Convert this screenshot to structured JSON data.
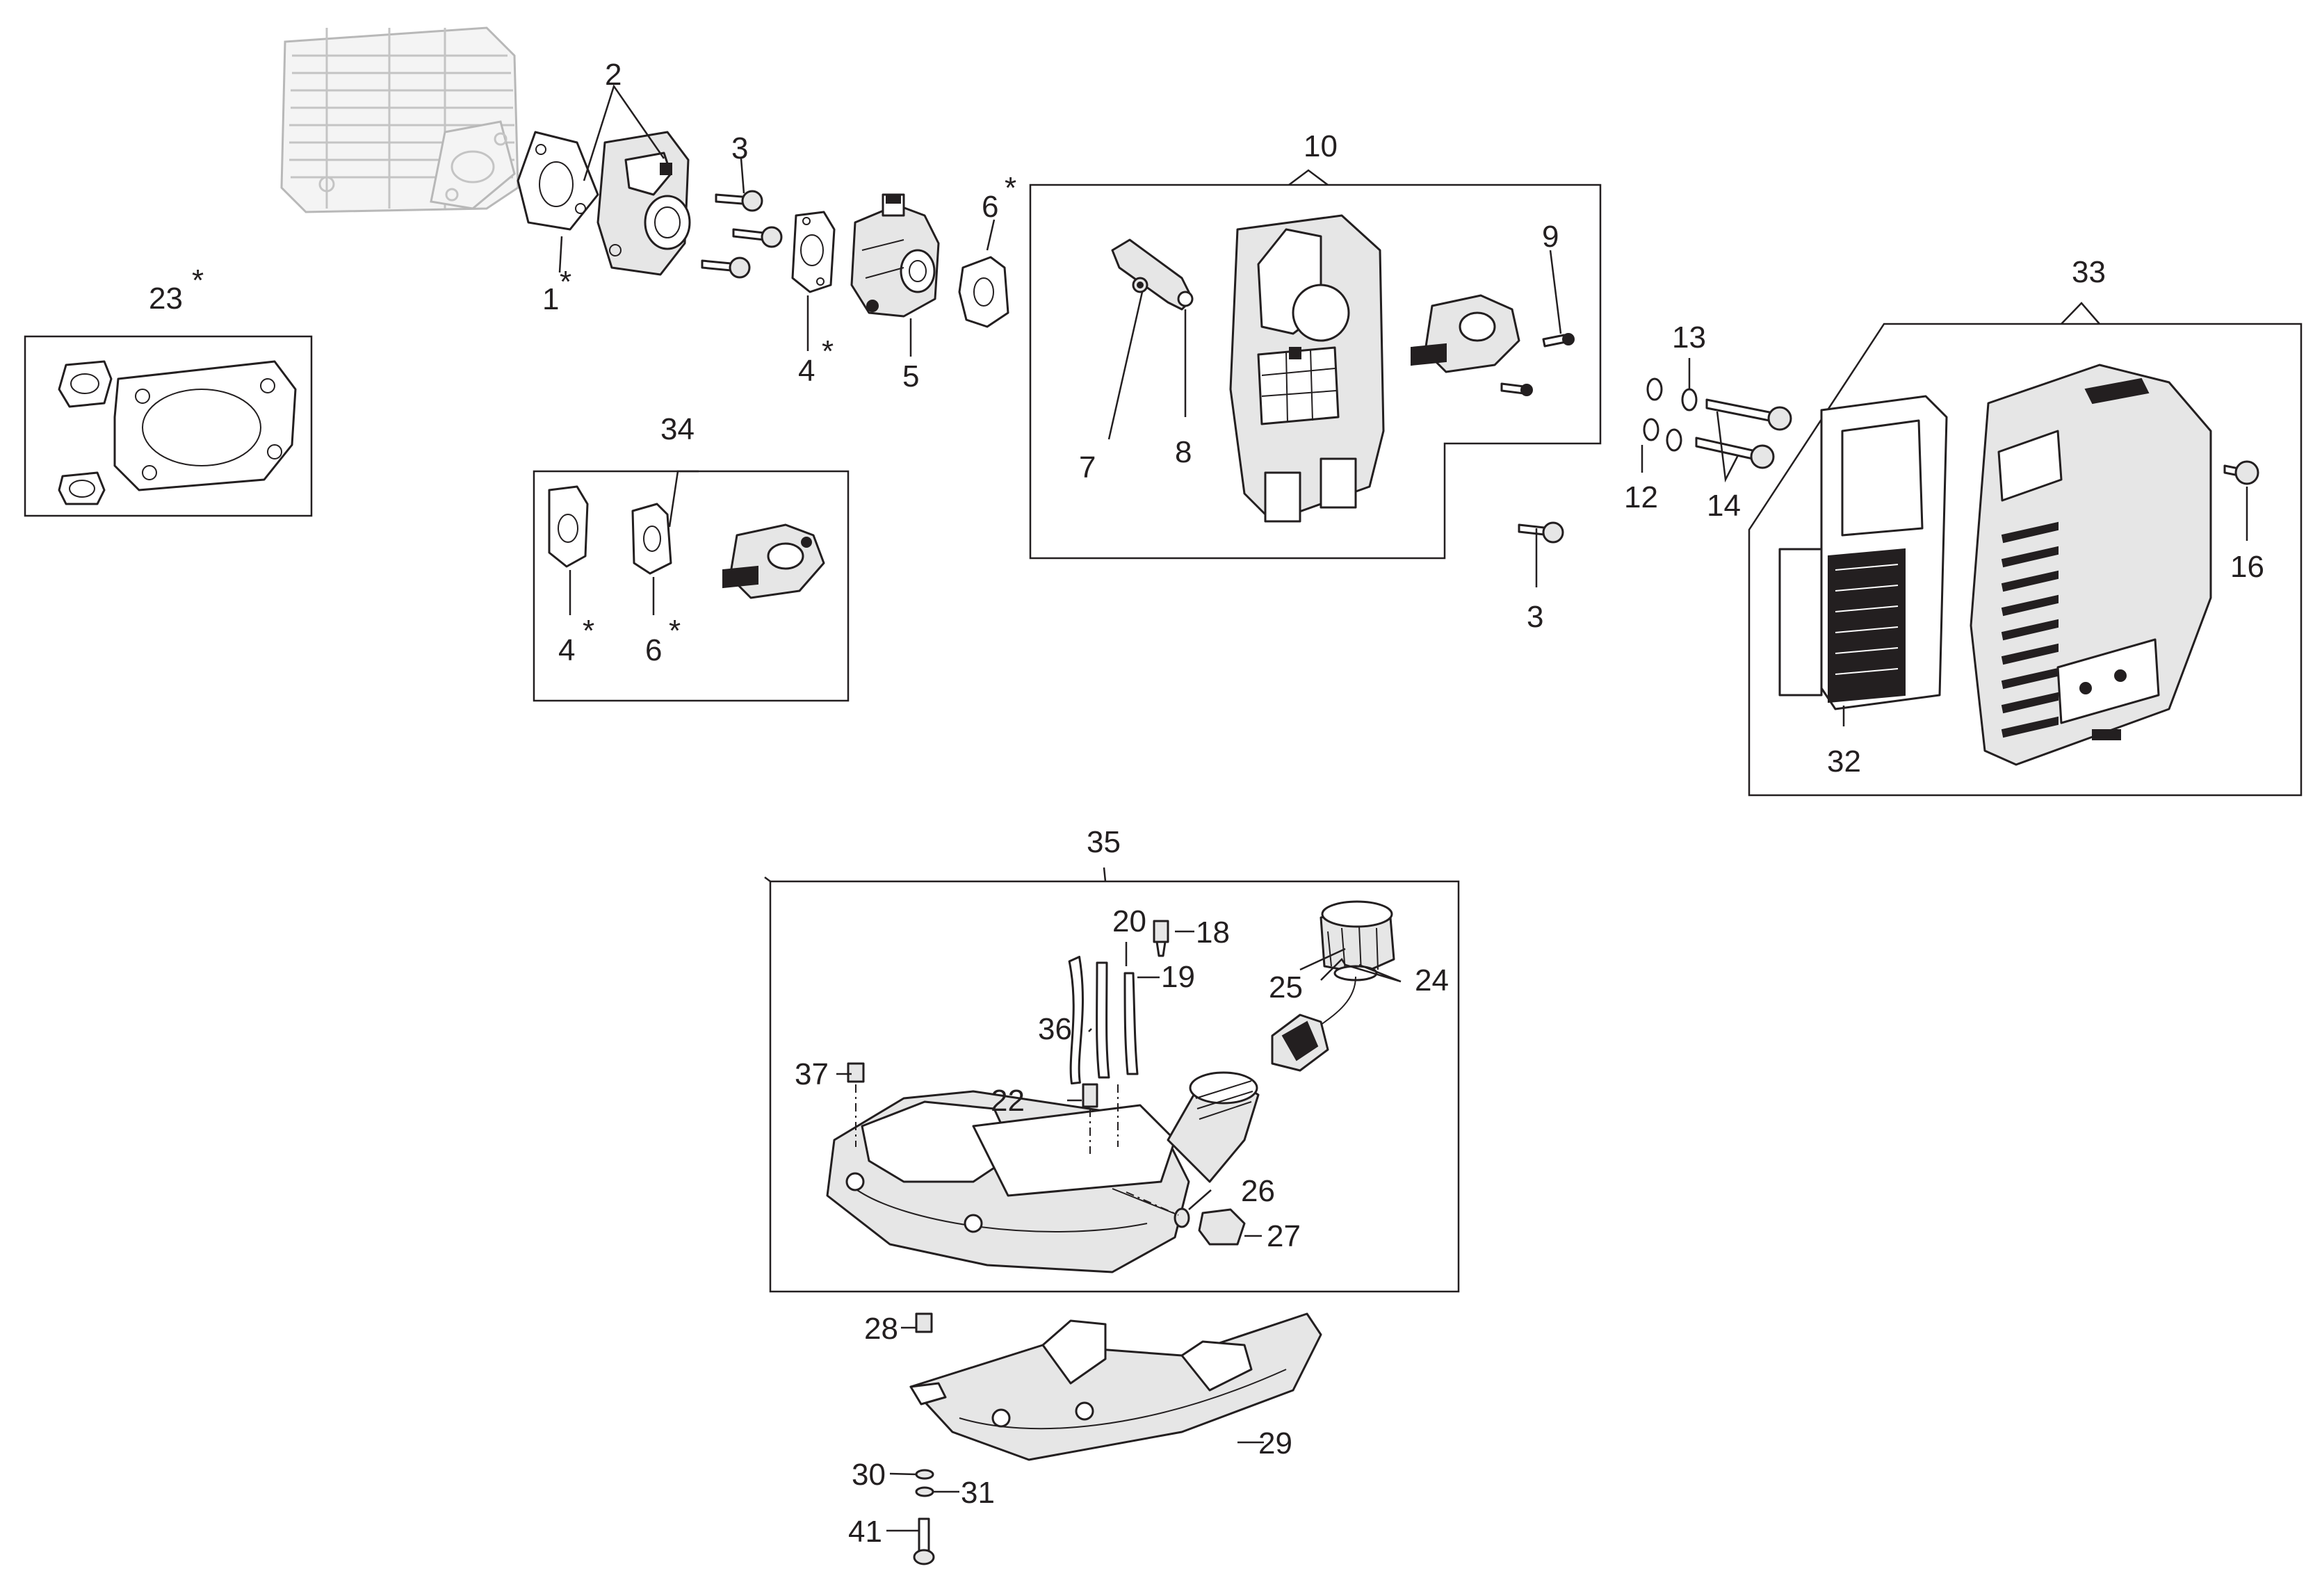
{
  "labels": {
    "p1": "1",
    "p2": "2",
    "p3a": "3",
    "p3b": "3",
    "p4a": "4",
    "p4b": "4",
    "p5": "5",
    "p6a": "6",
    "p6b": "6",
    "p7": "7",
    "p8": "8",
    "p9": "9",
    "p10": "10",
    "p12": "12",
    "p13": "13",
    "p14": "14",
    "p16": "16",
    "p18": "18",
    "p19": "19",
    "p20": "20",
    "p22": "22",
    "p23": "23",
    "p24": "24",
    "p25": "25",
    "p26": "26",
    "p27": "27",
    "p28": "28",
    "p29": "29",
    "p30": "30",
    "p31": "31",
    "p32": "32",
    "p33": "33",
    "p34": "34",
    "p35": "35",
    "p36": "36",
    "p37": "37",
    "p41": "41",
    "star": "*"
  }
}
